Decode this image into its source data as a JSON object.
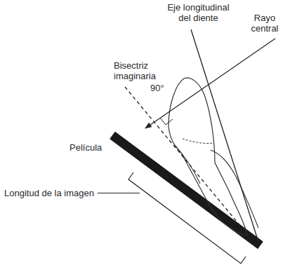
{
  "diagram": {
    "labels": [
      "Eje longitudinal del diente",
      "Rayo central",
      "Bisectriz imaginaria",
      "90°",
      "Película",
      "Longitud de la imagen"
    ]
  }
}
